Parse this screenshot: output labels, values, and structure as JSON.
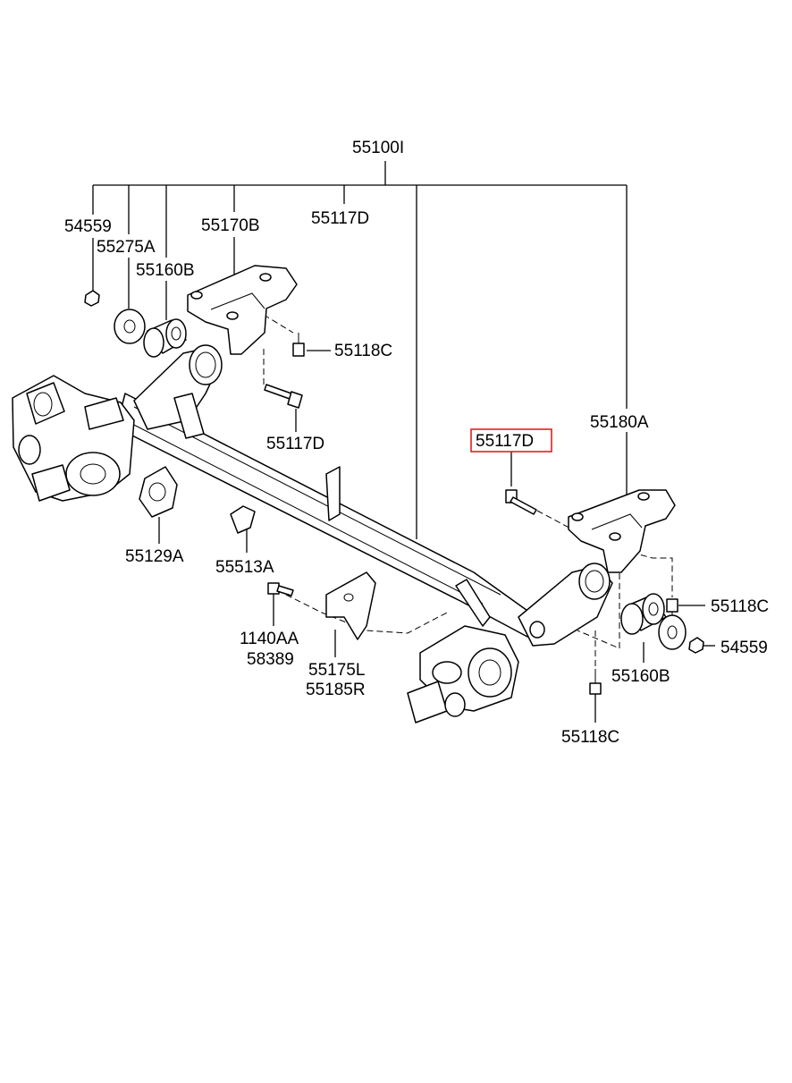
{
  "colors": {
    "highlight": "#e02020",
    "line": "#000000",
    "background": "#ffffff"
  },
  "labels": {
    "assembly": "55100I",
    "nut_left": "54559",
    "washer_left": "55275A",
    "bushing_left": "55160B",
    "bracket_left": "55170B",
    "bolt_top": "55117D",
    "screw_left": "55118C",
    "bolt_left": "55117D",
    "bolt_highlight": "55117D",
    "bracket_right": "55180A",
    "plate": "55129A",
    "clip": "55513A",
    "bolt_small": "1140AA",
    "bolt_small_alt": "58389",
    "stay_left": "55175L",
    "stay_right": "55185R",
    "screw_right_top": "55118C",
    "nut_right": "54559",
    "bushing_right": "55160B",
    "screw_right_bottom": "55118C"
  }
}
